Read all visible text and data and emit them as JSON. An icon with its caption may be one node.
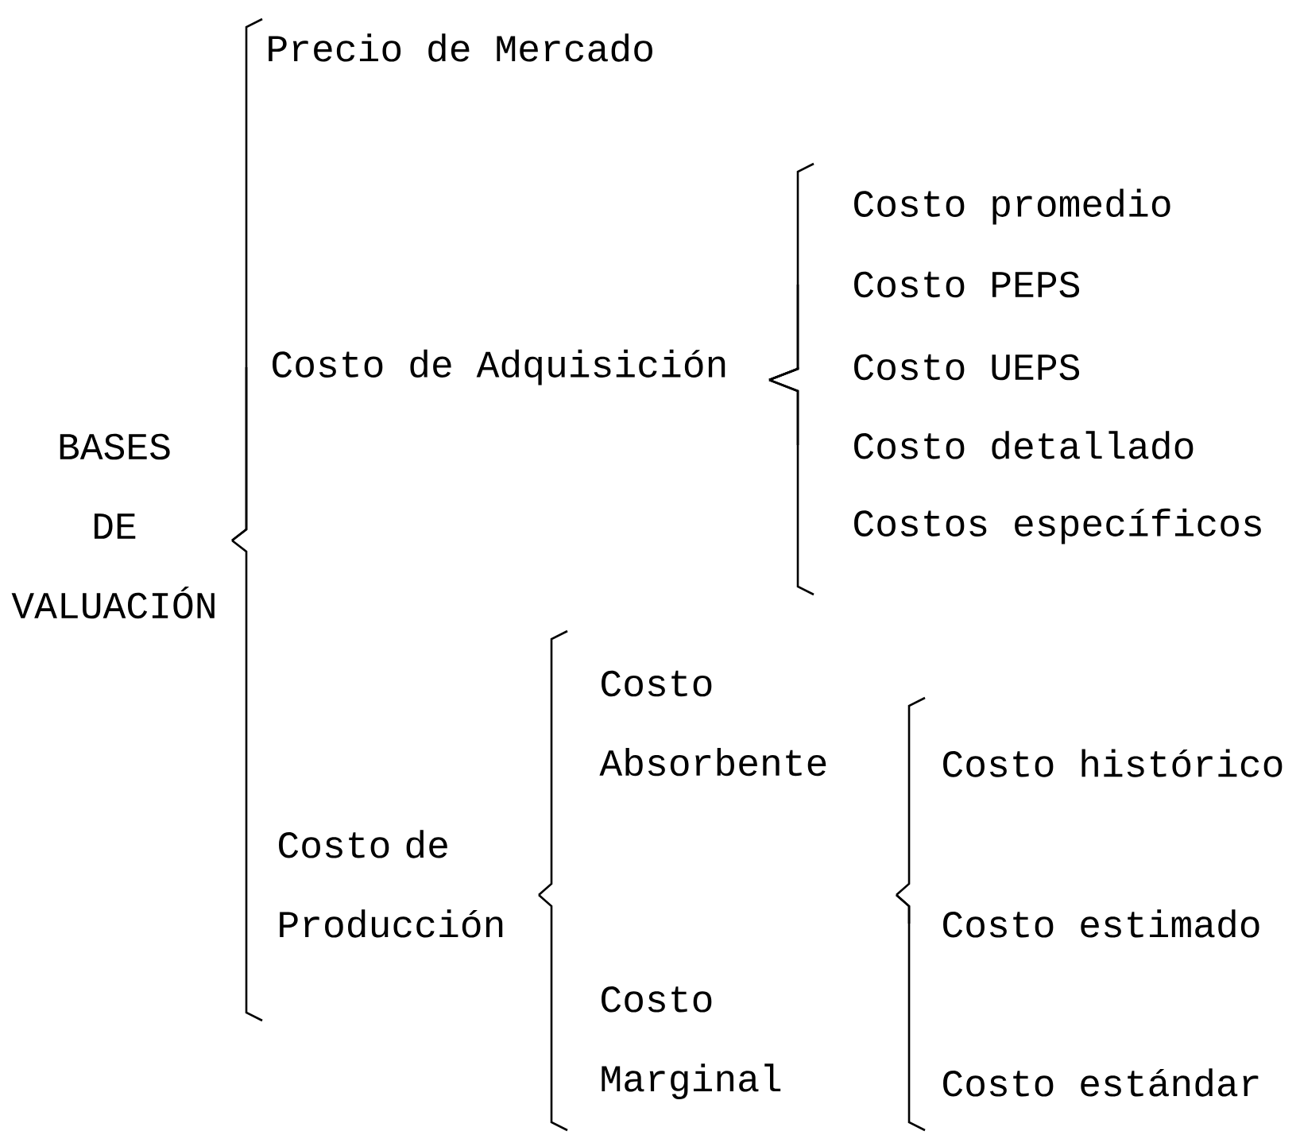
{
  "diagram": {
    "nodes": [
      {
        "text": [
          "BASES DE VALUACIÓN"
        ]
      },
      {
        "text": [
          "Precio de Mercado"
        ]
      },
      {
        "text": [
          "Costo de Adquisición"
        ]
      },
      {
        "text": [
          "Costo de Producción"
        ]
      },
      {
        "text": [
          "Costo promedio"
        ]
      },
      {
        "text": [
          "Costo PEPS"
        ]
      },
      {
        "text": [
          "Costo UEPS"
        ]
      },
      {
        "text": [
          "Costo detallado"
        ]
      },
      {
        "text": [
          "Costos específicos"
        ]
      },
      {
        "text": [
          "Costo Absorbente"
        ]
      },
      {
        "text": [
          "Costo Marginal"
        ]
      },
      {
        "text": [
          "Costo histórico"
        ]
      },
      {
        "text": [
          "Costo estimado"
        ]
      },
      {
        "text": [
          "Costo estándar"
        ]
      }
    ],
    "edges": [
      {
        "from": 0,
        "to": 1,
        "arrow": "none"
      },
      {
        "from": 0,
        "to": 2,
        "arrow": "none"
      },
      {
        "from": 0,
        "to": 3,
        "arrow": "none"
      },
      {
        "from": 2,
        "to": 4,
        "arrow": "none"
      },
      {
        "from": 2,
        "to": 5,
        "arrow": "none"
      },
      {
        "from": 2,
        "to": 6,
        "arrow": "none"
      },
      {
        "from": 2,
        "to": 7,
        "arrow": "none"
      },
      {
        "from": 2,
        "to": 8,
        "arrow": "none"
      },
      {
        "from": 3,
        "to": 9,
        "arrow": "none"
      },
      {
        "from": 3,
        "to": 10,
        "arrow": "none"
      },
      {
        "from": null,
        "to": 11,
        "arrow": "none"
      },
      {
        "from": null,
        "to": 12,
        "arrow": "none"
      },
      {
        "from": null,
        "to": 13,
        "arrow": "none"
      }
    ]
  }
}
